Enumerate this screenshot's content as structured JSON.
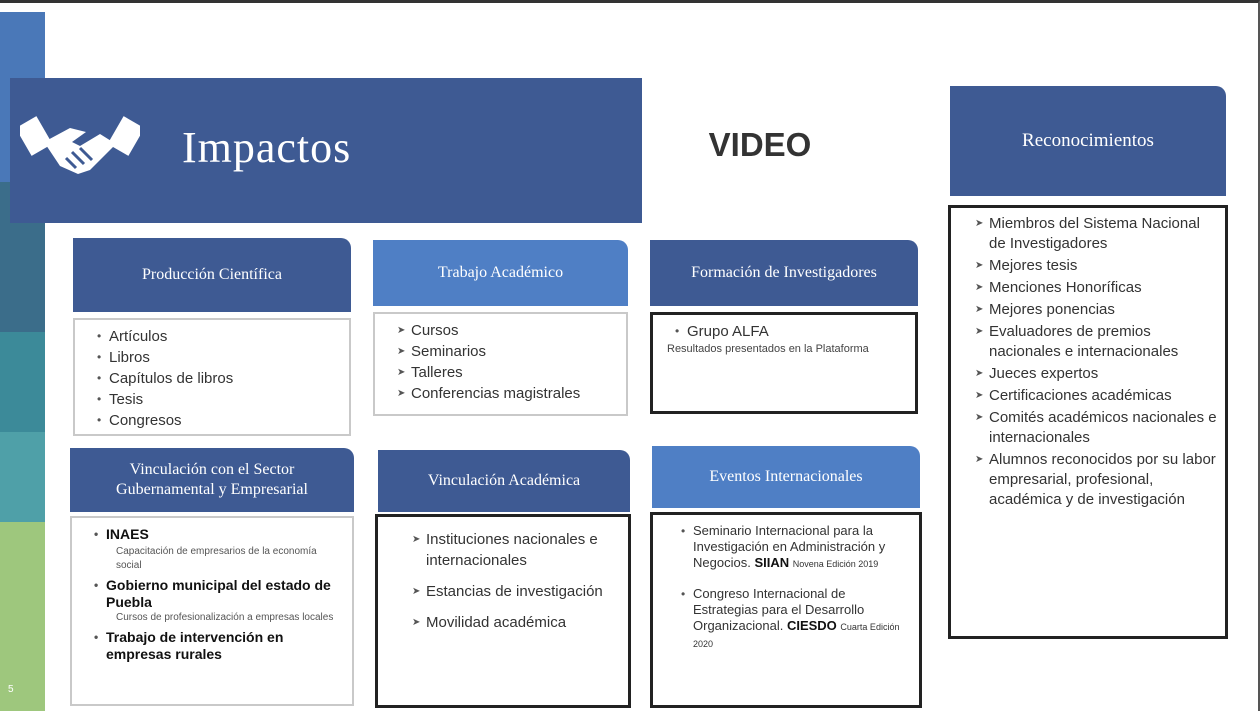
{
  "slide": {
    "number": "5",
    "title": "Impactos",
    "video_label": "VIDEO",
    "colors": {
      "primary": "#3e5a93",
      "secondary": "#4f7fc5",
      "stripe": [
        "#4a78b8",
        "#3b6d8a",
        "#3c8a99",
        "#4fa0a8",
        "#9ec77d"
      ]
    }
  },
  "reconocimientos": {
    "header": "Reconocimientos",
    "items": [
      "Miembros del Sistema Nacional de Investigadores",
      "Mejores tesis",
      "Menciones Honoríficas",
      "Mejores ponencias",
      "Evaluadores de premios nacionales e internacionales",
      "Jueces expertos",
      "Certificaciones académicas",
      "Comités académicos nacionales e internacionales",
      "Alumnos reconocidos por su labor empresarial, profesional, académica y de investigación"
    ]
  },
  "produccion": {
    "header": "Producción Científica",
    "items": [
      "Artículos",
      "Libros",
      "Capítulos de libros",
      "Tesis",
      "Congresos"
    ]
  },
  "trabajo": {
    "header": "Trabajo Académico",
    "items": [
      "Cursos",
      "Seminarios",
      "Talleres",
      "Conferencias magistrales"
    ]
  },
  "formacion": {
    "header": "Formación de Investigadores",
    "item": "Grupo ALFA",
    "note": "Resultados presentados en la Plataforma"
  },
  "vinc_gub": {
    "header": "Vinculación con el Sector Gubernamental y Empresarial",
    "items": [
      {
        "label": "INAES",
        "sub": "Capacitación de empresarios de la economía social"
      },
      {
        "label": "Gobierno municipal del estado de Puebla",
        "sub": "Cursos de profesionalización a empresas locales"
      },
      {
        "label": "Trabajo de intervención en empresas rurales",
        "sub": ""
      }
    ]
  },
  "vinc_acad": {
    "header": "Vinculación Académica",
    "items": [
      "Instituciones nacionales e internacionales",
      "Estancias de investigación",
      "Movilidad académica"
    ]
  },
  "eventos": {
    "header": "Eventos Internacionales",
    "items": [
      {
        "text": "Seminario Internacional para la Investigación en Administración y Negocios.",
        "tag": "SIIAN",
        "edition": "Novena Edición 2019"
      },
      {
        "text": "Congreso Internacional de Estrategias para el Desarrollo Organizacional.",
        "tag": "CIESDO",
        "edition": "Cuarta Edición 2020"
      }
    ]
  }
}
